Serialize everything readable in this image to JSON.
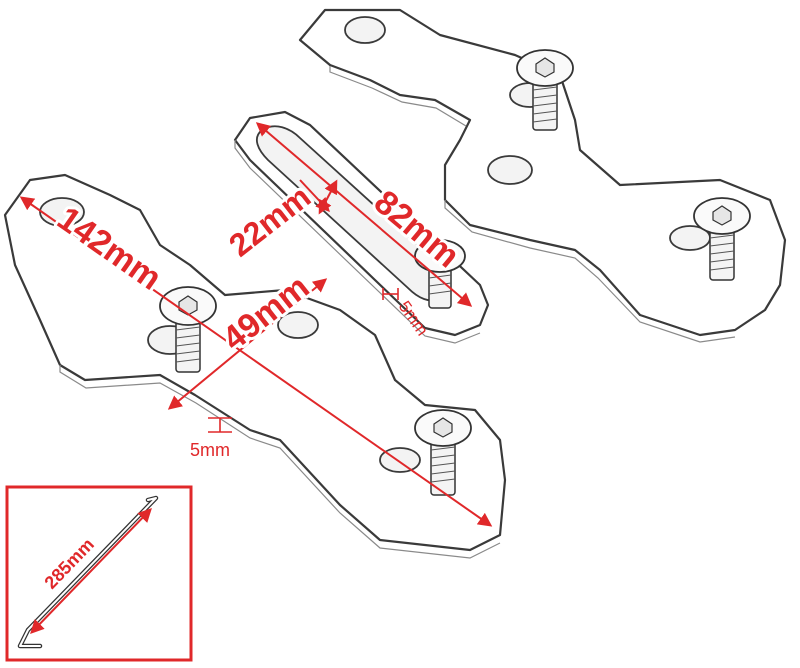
{
  "dimensions": {
    "length_plate": "142mm",
    "hole_spacing": "49mm",
    "slot_width": "22mm",
    "slot_length": "82mm",
    "thickness_plate": "5mm",
    "thickness_bracket": "5mm",
    "rod_length": "285mm"
  },
  "colors": {
    "annotation": "#e0282a",
    "outline": "#3a3a3a",
    "background": "#ffffff"
  }
}
